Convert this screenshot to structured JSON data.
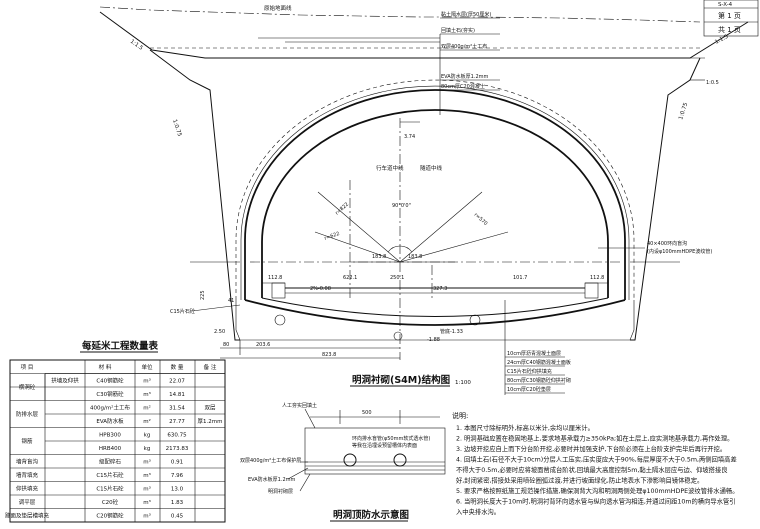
{
  "title_block": {
    "sheet_label": "S-X-4",
    "current": "第 1 页",
    "total": "共 1 页"
  },
  "section": {
    "title": "明洞衬砌(S4M)结构图",
    "scale": "1:100",
    "labels": {
      "original_ground": "原始地面线",
      "clay_layer": "黏土隔水层(厚50厘米)",
      "backfill_soil": "回填土石(夯实)",
      "geotextile": "双层400g/m²土工布",
      "eva": "EVA防水板厚1.2mm",
      "protect_layer": "80cm厚C20混凝土",
      "lane_center": "行车道中线",
      "tunnel_center": "隧道中线",
      "gravel_fill": "C15片石砼",
      "pipe": "管底-1.33",
      "drain_pipe": "40×400环向盲沟",
      "drain_pipe2": "(内设φ100mmHDPE波纹管)",
      "layers": [
        "10cm厚沥青混凝土面层",
        "24cm厚C40钢筋混凝土面板",
        "C15片石砼仰拱填充",
        "80cm厚C30钢筋砼仰拱衬砌",
        "10cm厚C20砼垫层"
      ]
    },
    "slopes": [
      "1:1.5",
      "1:1.5",
      "1:0.75",
      "1:0.75",
      "1:0.5"
    ],
    "dims": {
      "d374": "3.74",
      "angle": "90°0'0\"",
      "r822": "r=822",
      "r622": "r=622",
      "r570": "r=570",
      "d1837": "183.8",
      "d1128": "112.8",
      "d6221": "622.1",
      "d2501": "250.1",
      "d3273": "327.3",
      "d1017": "101.7",
      "slope_pct": "2%-0.08",
      "d1128r": "112.8",
      "d225": "225",
      "d41": "41",
      "d0a": "0.0",
      "d80": "80",
      "d2036": "203.6",
      "d8238": "823.8",
      "d188": "-1.88",
      "d250": "2.50",
      "d4": "4",
      "d2": "2"
    }
  },
  "quantity_table": {
    "title": "每延米工程数量表",
    "headers": [
      "项 目",
      "材 料",
      "单位",
      "数 量",
      "备 注"
    ],
    "rows": [
      {
        "item": "横洞砼",
        "sub": "拱墙及仰拱",
        "material": "C40钢筋砼",
        "unit": "m³",
        "qty": "22.07",
        "note": ""
      },
      {
        "item": "",
        "sub": "",
        "material": "C30钢筋砼",
        "unit": "m³",
        "qty": "14.81",
        "note": ""
      },
      {
        "item": "防排水层",
        "sub": "",
        "material": "400g/m²土工布",
        "unit": "m²",
        "qty": "31.54",
        "note": "双层"
      },
      {
        "item": "",
        "sub": "",
        "material": "EVA防水板",
        "unit": "m²",
        "qty": "27.77",
        "note": "厚1.2mm"
      },
      {
        "item": "钢筋",
        "sub": "",
        "material": "HPB300",
        "unit": "kg",
        "qty": "630.75",
        "note": ""
      },
      {
        "item": "",
        "sub": "",
        "material": "HRB400",
        "unit": "kg",
        "qty": "2173.83",
        "note": ""
      },
      {
        "item": "墙背盲沟",
        "sub": "",
        "material": "级配碎石",
        "unit": "m³",
        "qty": "0.91",
        "note": ""
      },
      {
        "item": "墙背填充",
        "sub": "",
        "material": "C15片石砼",
        "unit": "m³",
        "qty": "7.96",
        "note": ""
      },
      {
        "item": "仰拱填充",
        "sub": "",
        "material": "C15片石砼",
        "unit": "m³",
        "qty": "13.0",
        "note": ""
      },
      {
        "item": "调平层",
        "sub": "",
        "material": "C20砼",
        "unit": "m³",
        "qty": "1.83",
        "note": ""
      },
      {
        "item": "路面及垫层槽填充",
        "sub": "",
        "material": "C20钢筋砼",
        "unit": "m³",
        "qty": "0.45",
        "note": ""
      }
    ]
  },
  "waterproof": {
    "title": "明洞顶防水示意图",
    "labels": {
      "manmade": "人工夯实回填土",
      "width": "500",
      "pipe_note1": "环向排水盲管(φ50mm软式透水管)",
      "pipe_note2": "等我在沿埋设预留槽体内表面",
      "geotex": "双层400g/m²土工布保护层",
      "eva": "EVA防水板厚1.2mm",
      "lining": "明洞衬砌层"
    }
  },
  "notes": {
    "heading": "说明:",
    "items": [
      "1. 本图尺寸除标明外,标高以米计,余均以厘米计。",
      "2. 明洞基础应置在稳固地基上,要求地基承载力≥350kPa;如在土层上,应实测地基承载力,再作处理。",
      "3. 边坡开挖应自上而下分台阶开挖,必要时并加强支护,下台阶必须在上台阶支护完毕后再行开挖。",
      "4. 回填土石(石径不大于10cm)分层人工压实,压实度应大于90%,每层厚度不大于0.5m,两侧回填高差",
      "   不得大于0.5m,必要时应将坡面凿成台阶状,回填最大高度控制5m,黏土隔水层应与边、仰坡搭接良",
      "   好,封闭紧密,搭接处采用喷砼圈弧过渡,并进行坡面绿化,防止地表水下渗影响目镜体稳定。",
      "5. 要求严格按照纸施工规范操作措施,确保洞背大沟和明洞两侧处理φ100mmHDPE波纹管排水通畅。",
      "6. 当明洞长度大于10m时,明洞衬背环向透水管与纵向透水管沟相连,并通过间距10m的横向导水管引",
      "   入中央排水沟。"
    ]
  }
}
